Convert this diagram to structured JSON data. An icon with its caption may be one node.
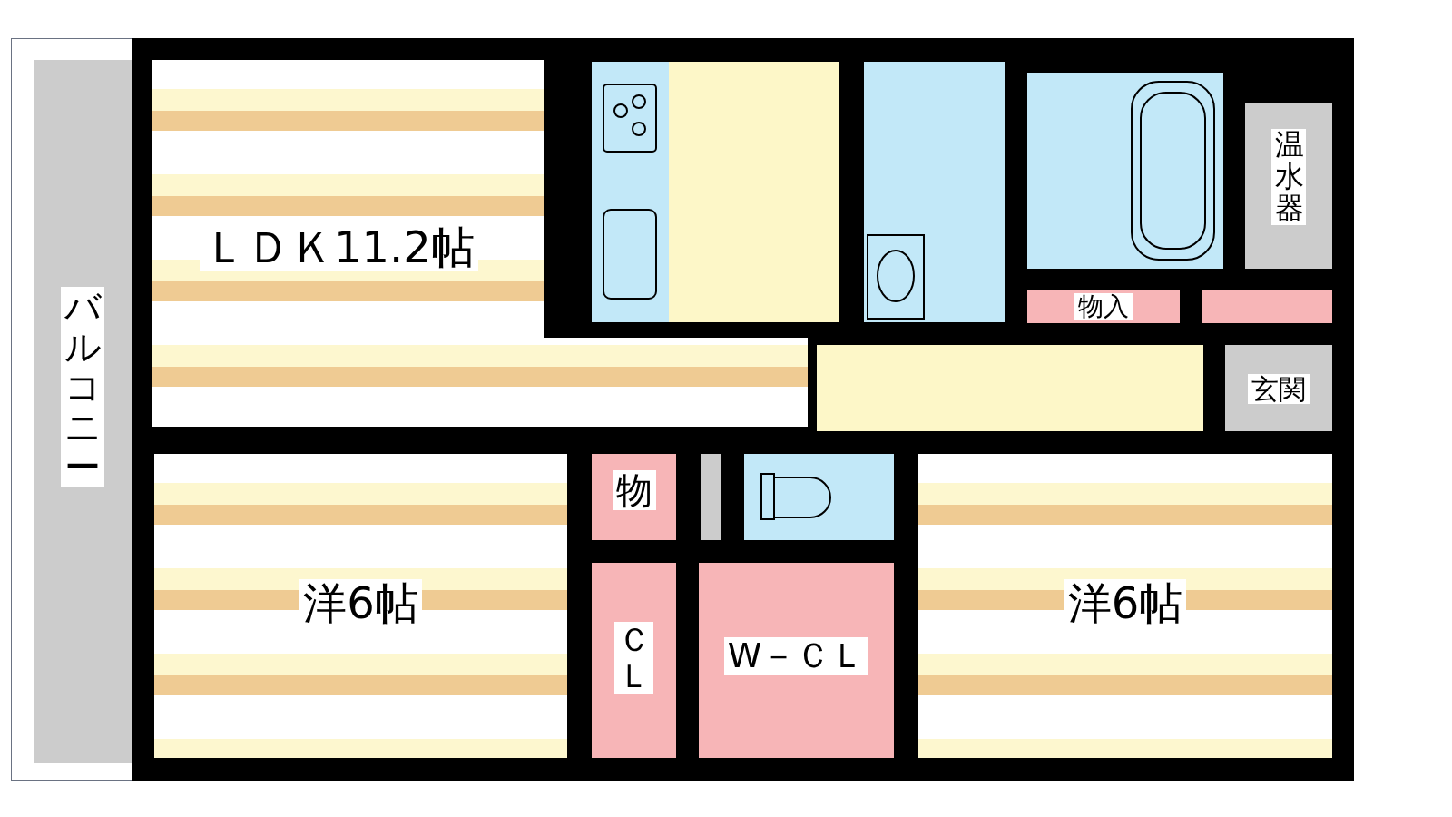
{
  "diagram": {
    "nodes": [
      {
        "text": [
          "バルコニー"
        ]
      },
      {
        "text": [
          "ＬＤＫ11.2帖"
        ]
      },
      {
        "text": [
          "温水器"
        ]
      },
      {
        "text": [
          "物入"
        ]
      },
      {
        "text": [
          "玄関"
        ]
      },
      {
        "text": [
          "物"
        ]
      },
      {
        "text": [
          "洋6帖"
        ]
      },
      {
        "text": [
          "ＣＬ"
        ]
      },
      {
        "text": [
          "W－ＣＬ"
        ]
      },
      {
        "text": [
          "洋6帖"
        ]
      }
    ]
  }
}
